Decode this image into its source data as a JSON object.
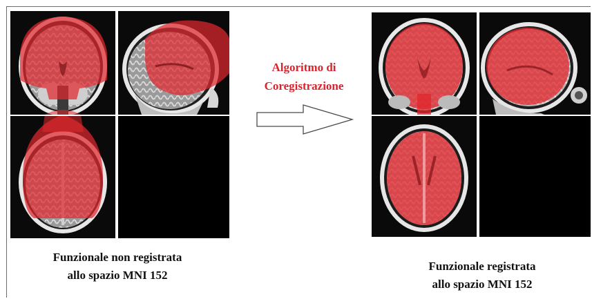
{
  "left": {
    "caption_line1": "Funzionale non registrata",
    "caption_line2": "allo spazio MNI 152"
  },
  "center": {
    "label_line1": "Algoritmo di",
    "label_line2": "Coregistrazione"
  },
  "right": {
    "caption_line1": "Funzionale registrata",
    "caption_line2": "allo spazio MNI 152"
  },
  "colors": {
    "overlay": "#e0282e",
    "label": "#d9232d",
    "background": "#000000"
  },
  "icons": {
    "arrow": "right-arrow-outline"
  }
}
